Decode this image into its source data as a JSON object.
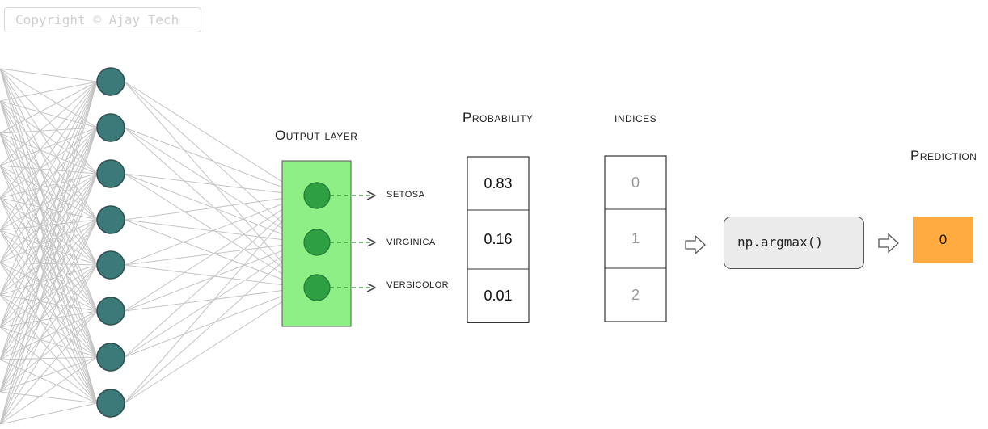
{
  "watermark": "Copyright © Ajay Tech",
  "output_layer": {
    "title": "Output layer",
    "classes": [
      "setosa",
      "virginica",
      "versicolor"
    ]
  },
  "probability": {
    "title": "Probability",
    "values": [
      "0.83",
      "0.16",
      "0.01"
    ]
  },
  "indices": {
    "title": "indices",
    "values": [
      "0",
      "1",
      "2"
    ]
  },
  "function_label": "np.argmax()",
  "prediction": {
    "title": "Prediction",
    "value": "0"
  },
  "colors": {
    "hidden_node": "#3c7a7a",
    "output_node": "#2ea043",
    "output_layer_bg": "#8eef86",
    "prediction_bg": "#ffab40",
    "connection": "#c4c4c4"
  }
}
